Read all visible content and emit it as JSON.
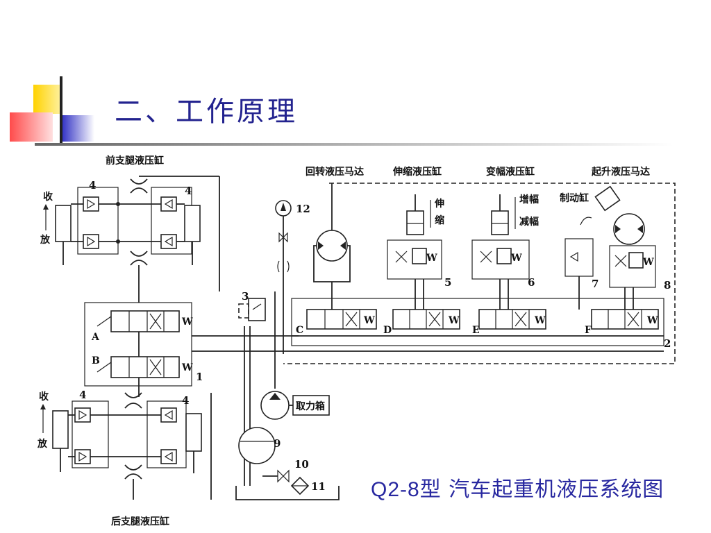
{
  "slide": {
    "title": "二、工作原理",
    "caption_latin": "Q2-8",
    "caption_cjk": "型 汽车起重机液压系统图"
  },
  "diagram": {
    "labels": {
      "front_outrigger": "前支腿液压缸",
      "rear_outrigger": "后支腿液压缸",
      "slewing_motor": "回转液压马达",
      "telescopic_cylinder": "伸缩液压缸",
      "luffing_cylinder": "变幅液压缸",
      "hoist_motor": "起升液压马达",
      "brake_cylinder": "制动缸",
      "extend": "伸",
      "retract": "缩",
      "luff_up": "增幅",
      "luff_down": "减幅",
      "pto": "取力箱",
      "stow_top": "收",
      "deploy_top": "放",
      "stow_bottom": "收",
      "deploy_bottom": "放"
    },
    "numbers": {
      "n1": "1",
      "n2": "2",
      "n3": "3",
      "n4a": "4",
      "n4b": "4",
      "n4c": "4",
      "n4d": "4",
      "n5": "5",
      "n6": "6",
      "n7": "7",
      "n8": "8",
      "n9": "9",
      "n10": "10",
      "n11": "11",
      "n12": "12"
    },
    "valve_letters": {
      "a": "A",
      "b": "B",
      "c": "C",
      "d": "D",
      "e": "E",
      "f": "F"
    }
  },
  "colors": {
    "title": "#23238f",
    "caption": "#2828a0",
    "deco_yellow": "#ffd200",
    "deco_blue": "#2d2dc8",
    "deco_red": "#ff5050"
  }
}
